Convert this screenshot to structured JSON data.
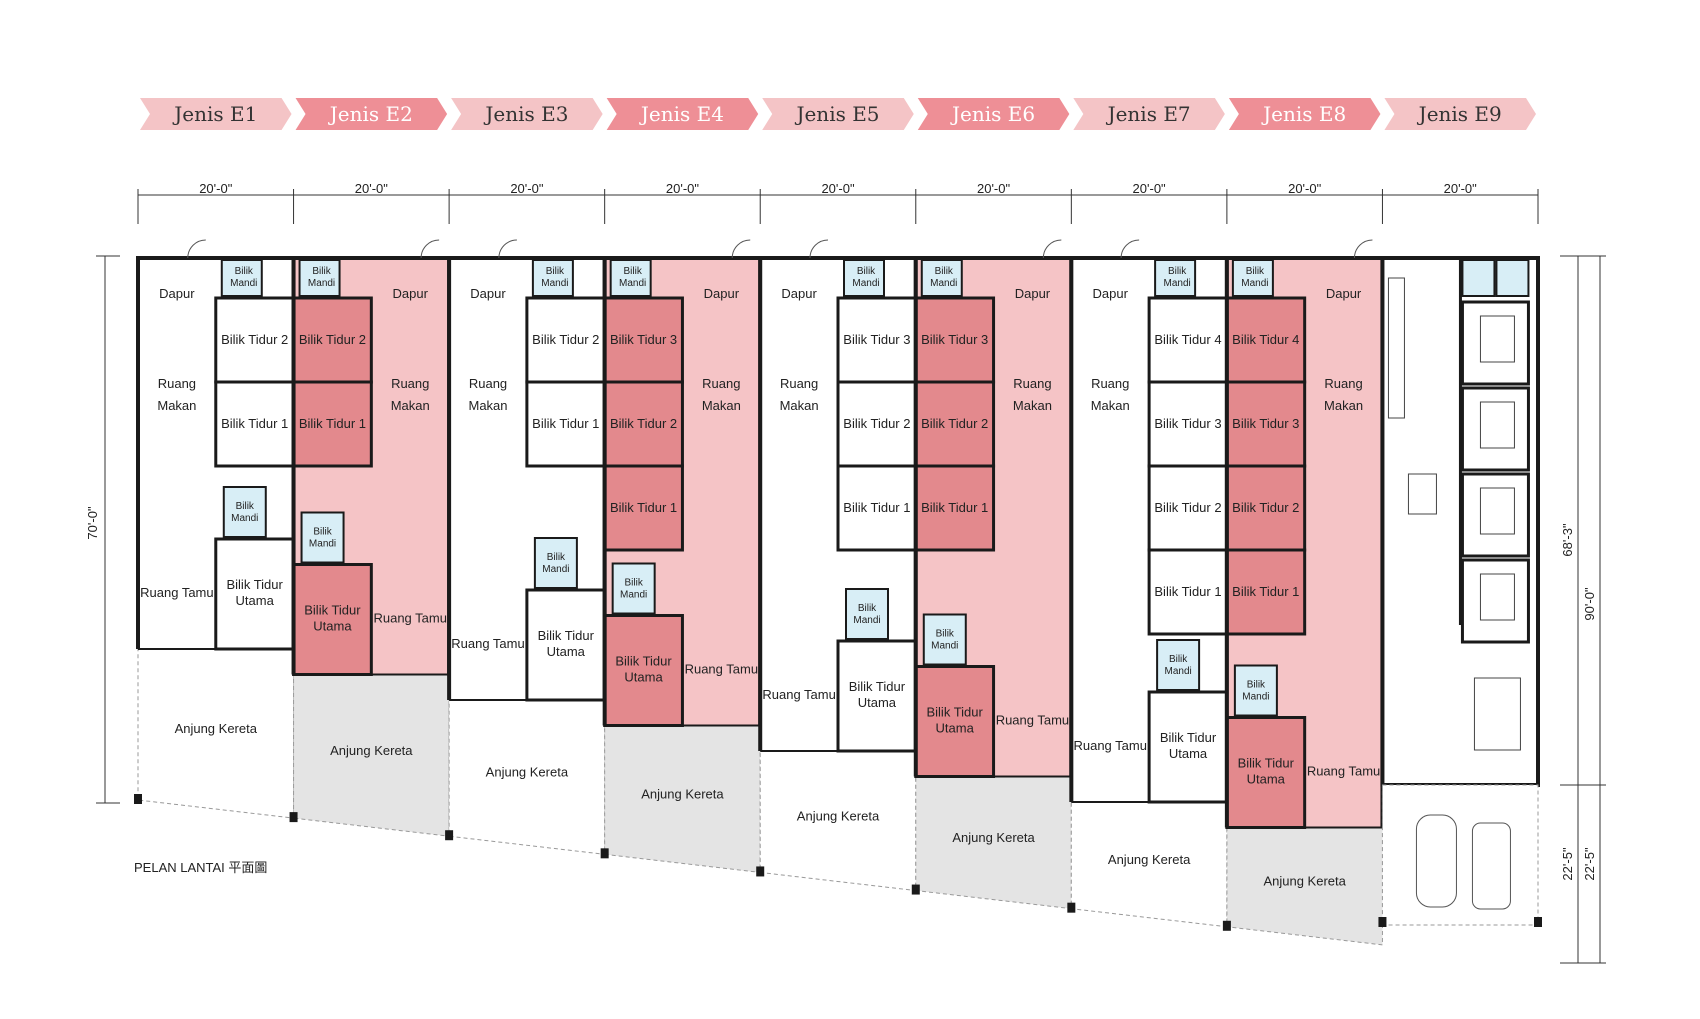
{
  "colors": {
    "tab_light": "#f4c4c6",
    "tab_dark": "#ee8f96",
    "fill_light": "#f5c4c6",
    "fill_dark": "#e3898d",
    "carport_grey": "#e4e4e4",
    "bath_blue": "#d8eef6",
    "wall": "#1a1a1a"
  },
  "tabs": [
    {
      "label": "Jenis E1",
      "tone": "light"
    },
    {
      "label": "Jenis E2",
      "tone": "dark"
    },
    {
      "label": "Jenis E3",
      "tone": "light"
    },
    {
      "label": "Jenis E4",
      "tone": "dark"
    },
    {
      "label": "Jenis E5",
      "tone": "light"
    },
    {
      "label": "Jenis E6",
      "tone": "dark"
    },
    {
      "label": "Jenis E7",
      "tone": "light"
    },
    {
      "label": "Jenis E8",
      "tone": "dark"
    },
    {
      "label": "Jenis E9",
      "tone": "light"
    }
  ],
  "width_dims": [
    "20'-0\"",
    "20'-0\"",
    "20'-0\"",
    "20'-0\"",
    "20'-0\"",
    "20'-0\"",
    "20'-0\"",
    "20'-0\"",
    "20'-0\""
  ],
  "left_dim": "70'-0\"",
  "right_dims": {
    "inner": "68'-3\"",
    "outer": "90'-0\"",
    "lower_a": "22'-5\"",
    "lower_b": "22'-5\""
  },
  "caption": "PELAN  LANTAI 平面圖",
  "room_names": {
    "dapur": "Dapur",
    "ruang_makan_1": "Ruang",
    "ruang_makan_2": "Makan",
    "bilik_mandi_1": "Bilik",
    "bilik_mandi_2": "Mandi",
    "bilik_tidur_1": "Bilik Tidur 1",
    "bilik_tidur_2": "Bilik Tidur 2",
    "bilik_tidur_3": "Bilik Tidur 3",
    "bilik_tidur_4": "Bilik Tidur 4",
    "bilik_tidur_utama_1": "Bilik Tidur",
    "bilik_tidur_utama_2": "Utama",
    "ruang_tamu": "Ruang Tamu",
    "anjung_kereta": "Anjung Kereta"
  },
  "units": [
    {
      "tab": "Jenis E1",
      "bedrooms": [
        "Bilik Tidur 2",
        "Bilik Tidur 1"
      ],
      "highlight": false
    },
    {
      "tab": "Jenis E2",
      "bedrooms": [
        "Bilik Tidur 2",
        "Bilik Tidur 1"
      ],
      "highlight": true
    },
    {
      "tab": "Jenis E3",
      "bedrooms": [
        "Bilik Tidur 2",
        "Bilik Tidur 1"
      ],
      "highlight": false
    },
    {
      "tab": "Jenis E4",
      "bedrooms": [
        "Bilik Tidur 3",
        "Bilik Tidur 2",
        "Bilik Tidur 1"
      ],
      "highlight": true
    },
    {
      "tab": "Jenis E5",
      "bedrooms": [
        "Bilik Tidur 3",
        "Bilik Tidur 2",
        "Bilik Tidur 1"
      ],
      "highlight": false
    },
    {
      "tab": "Jenis E6",
      "bedrooms": [
        "Bilik Tidur 3",
        "Bilik Tidur 2",
        "Bilik Tidur 1"
      ],
      "highlight": true
    },
    {
      "tab": "Jenis E7",
      "bedrooms": [
        "Bilik Tidur 4",
        "Bilik Tidur 3",
        "Bilik Tidur 2",
        "Bilik Tidur 1"
      ],
      "highlight": false
    },
    {
      "tab": "Jenis E8",
      "bedrooms": [
        "Bilik Tidur 4",
        "Bilik Tidur 3",
        "Bilik Tidur 2",
        "Bilik Tidur 1"
      ],
      "highlight": true
    },
    {
      "tab": "Jenis E9",
      "bedrooms": [],
      "highlight": false
    }
  ]
}
